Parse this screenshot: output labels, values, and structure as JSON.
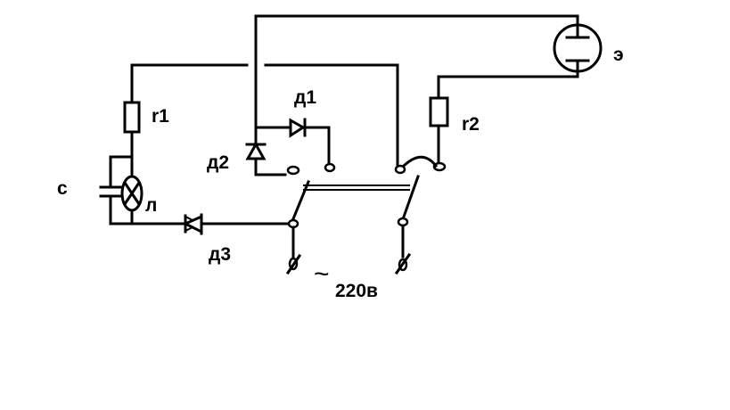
{
  "diagram": {
    "labels": {
      "r1": "r1",
      "r2": "r2",
      "c": "c",
      "l": "л",
      "d1": "д1",
      "d2": "д2",
      "d3": "д3",
      "e": "э",
      "tilde": "~",
      "mains": "220в"
    },
    "icons": {
      "resistor": "resistor-icon",
      "capacitor": "capacitor-icon",
      "lamp": "lamp-icon",
      "diode": "diode-icon",
      "switch": "double-pole-switch-icon",
      "plug": "plug-icon",
      "electrode": "electrode-icon"
    },
    "colors": {
      "line": "#000000",
      "background": "#ffffff"
    }
  }
}
